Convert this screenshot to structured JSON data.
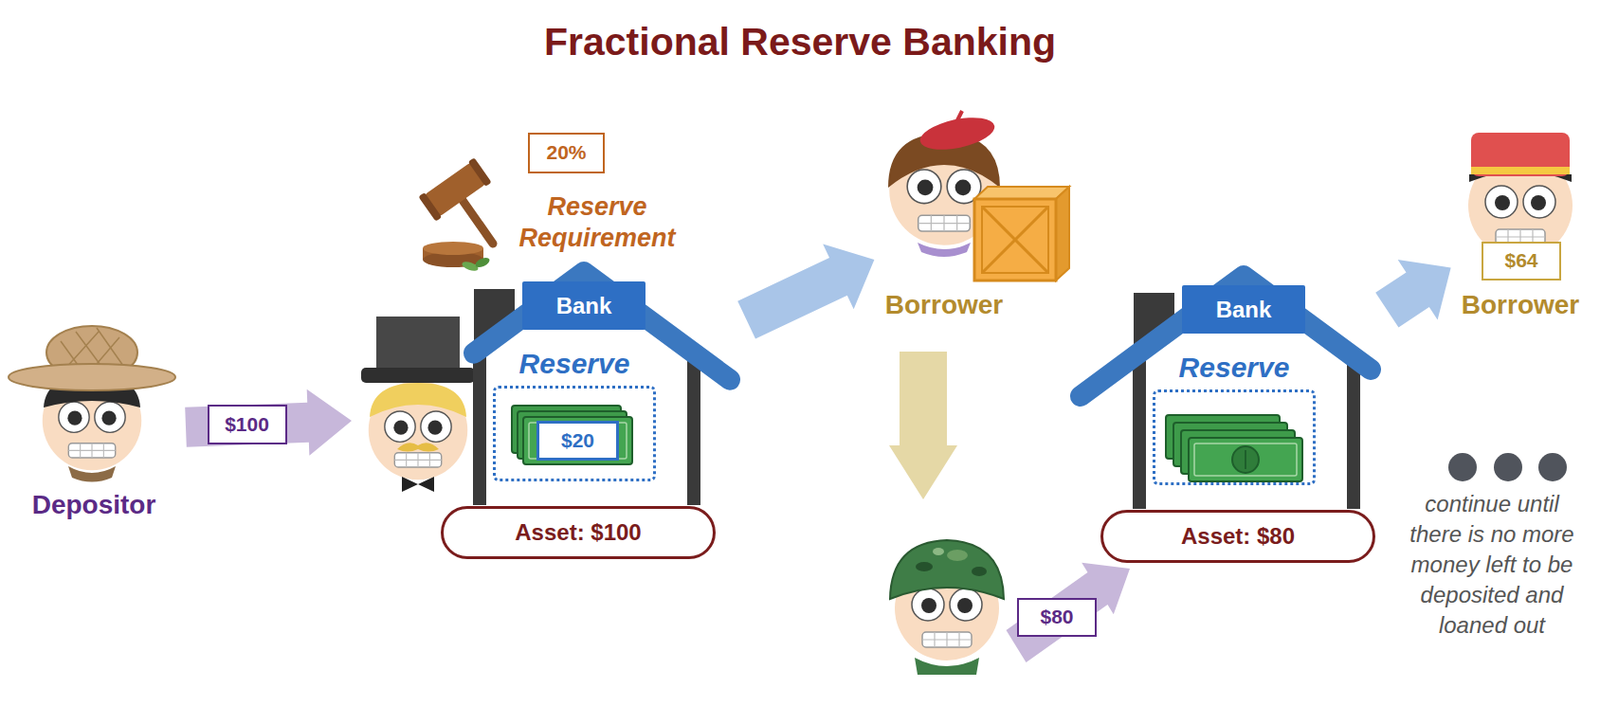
{
  "diagram": {
    "title": "Fractional Reserve Banking",
    "nodes": [
      {
        "text": [
          "Depositor"
        ]
      },
      {
        "text": [
          "20%"
        ]
      },
      {
        "text": [
          "Bank"
        ]
      },
      {
        "text": [
          "Reserve",
          "$20"
        ],
        "in": 2
      },
      {
        "text": [
          "Asset: $100"
        ],
        "in": 2
      },
      {
        "text": [
          "Borrower"
        ]
      },
      {
        "text": [
          "Bank"
        ]
      },
      {
        "text": [
          "Reserve"
        ],
        "in": 6
      },
      {
        "text": [
          "Asset: $80"
        ],
        "in": 6
      },
      {
        "text": [
          "Borrower"
        ]
      }
    ],
    "edges": [
      {
        "from": 0,
        "to": 2,
        "label": "$100",
        "arrow": "to"
      },
      {
        "from": 2,
        "to": 5,
        "arrow": "to"
      },
      {
        "from": 6,
        "to": 9,
        "arrow": "to"
      }
    ],
    "labels": [
      "Reserve Requirement",
      "$80",
      "$64",
      "continue until there is no more money left to be deposited and loaned out"
    ]
  }
}
